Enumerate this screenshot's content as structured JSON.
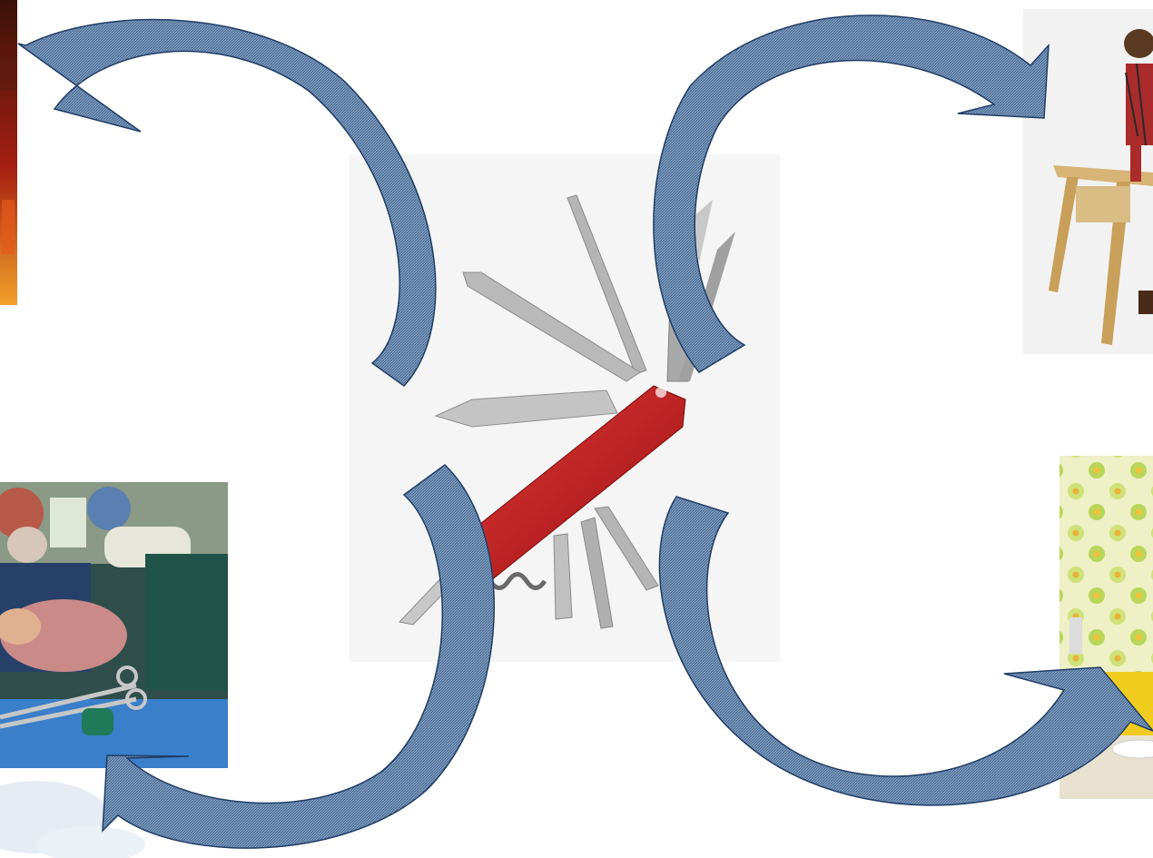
{
  "slide": {
    "background": "#ffffff",
    "arrow_fill": "#6f8fb0",
    "arrow_stroke": "#1f3d66"
  },
  "center_image": {
    "subject": "swiss-army-knife",
    "handle_color": "#c41a1a",
    "blade_color": "#b8b8b8",
    "backdrop": "#f5f5f5"
  },
  "photos": [
    {
      "name": "photo-top-left",
      "subject": "red-lit-scene",
      "accent": "#b8261a"
    },
    {
      "name": "photo-top-right",
      "subject": "carpenter-at-sawhorse",
      "accent": "#c9a05a"
    },
    {
      "name": "photo-bottom-left",
      "subject": "surgeons-operating",
      "accent": "#3a7fc9"
    },
    {
      "name": "photo-bottom-right",
      "subject": "person-at-table-floral-wallpaper",
      "accent": "#d6e36a"
    }
  ],
  "arrows": [
    {
      "name": "arrow-to-top-left",
      "direction": "counter-clockwise"
    },
    {
      "name": "arrow-to-top-right",
      "direction": "clockwise"
    },
    {
      "name": "arrow-to-bottom-left",
      "direction": "clockwise"
    },
    {
      "name": "arrow-to-bottom-right",
      "direction": "counter-clockwise"
    }
  ]
}
